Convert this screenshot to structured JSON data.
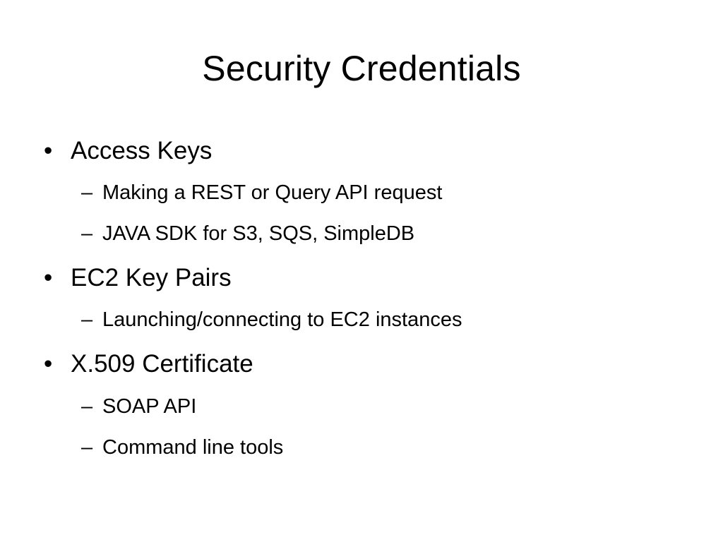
{
  "slide": {
    "title": "Security Credentials",
    "bullet_glyph": "•",
    "dash_glyph": "–",
    "items": [
      {
        "label": "Access Keys",
        "subitems": [
          "Making a REST or Query API request",
          "JAVA SDK for S3, SQS, SimpleDB"
        ]
      },
      {
        "label": "EC2 Key Pairs",
        "subitems": [
          "Launching/connecting to EC2 instances"
        ]
      },
      {
        "label": "X.509 Certificate",
        "subitems": [
          "SOAP API",
          "Command line tools"
        ]
      }
    ]
  }
}
